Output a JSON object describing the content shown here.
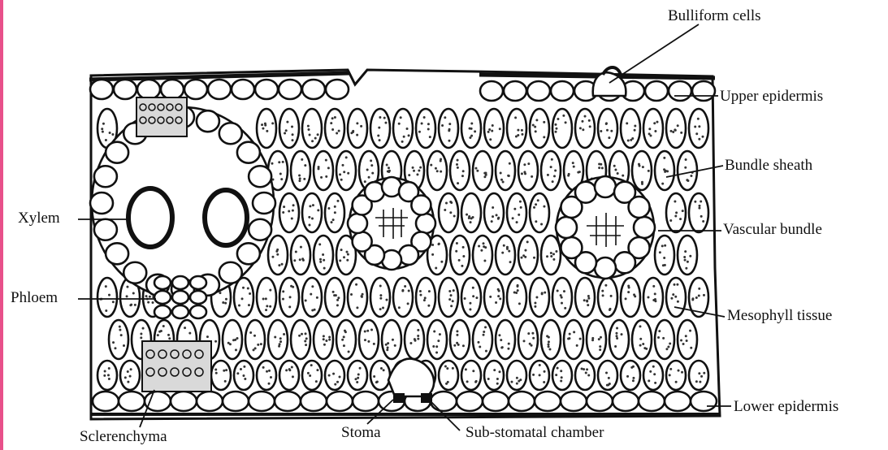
{
  "colors": {
    "edge_accent": "#e8508a",
    "ink": "#111111",
    "cell_fill": "#ffffff",
    "dot": "#333333"
  },
  "labels": {
    "bulliform": "Bulliform cells",
    "upper_epidermis": "Upper epidermis",
    "bundle_sheath": "Bundle sheath",
    "vascular_bundle": "Vascular bundle",
    "mesophyll": "Mesophyll tissue",
    "lower_epidermis": "Lower epidermis",
    "xylem": "Xylem",
    "phloem": "Phloem",
    "sclerenchyma": "Sclerenchyma",
    "stoma": "Stoma",
    "substomatal": "Sub-stomatal chamber"
  }
}
